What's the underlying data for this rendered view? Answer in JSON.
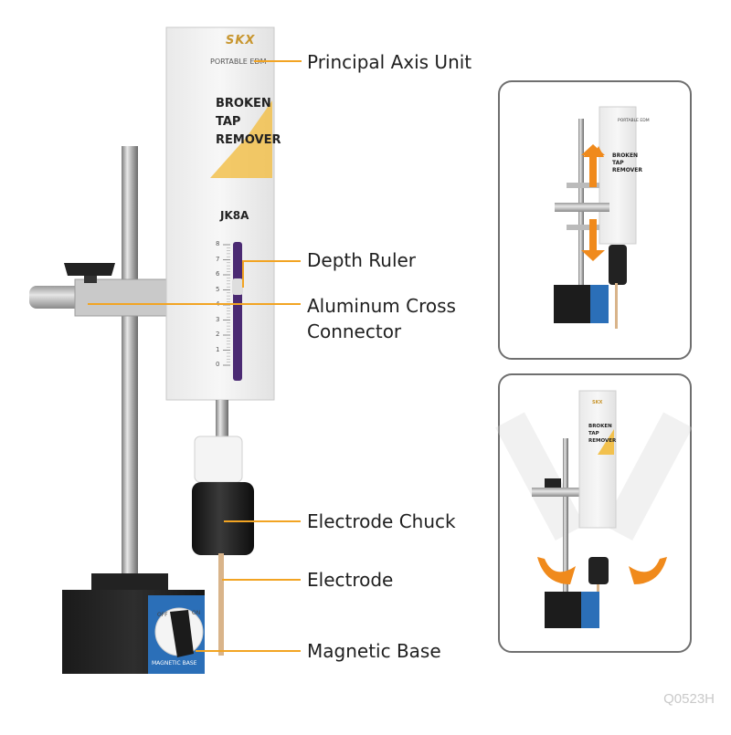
{
  "product": {
    "brand": "SKX",
    "series": "PORTABLE EDM",
    "name_lines": [
      "BROKEN",
      "TAP",
      "REMOVER"
    ],
    "model": "JK8A",
    "ruler_ticks": [
      "8",
      "7",
      "6",
      "5",
      "4",
      "3",
      "2",
      "1",
      "0"
    ],
    "base_label": "MAGNETIC BASE",
    "dial_off": "OFF",
    "dial_on": "ON"
  },
  "callouts": [
    {
      "id": "principal-axis-unit",
      "lines": [
        "Principal Axis Unit"
      ]
    },
    {
      "id": "depth-ruler",
      "lines": [
        "Depth Ruler"
      ]
    },
    {
      "id": "aluminum-cross-connector",
      "lines": [
        "Aluminum Cross",
        "Connector"
      ]
    },
    {
      "id": "electrode-chuck",
      "lines": [
        "Electrode Chuck"
      ]
    },
    {
      "id": "electrode",
      "lines": [
        "Electrode"
      ]
    },
    {
      "id": "magnetic-base",
      "lines": [
        "Magnetic Base"
      ]
    }
  ],
  "watermark": "Q0523H",
  "colors": {
    "accent": "#f2a423",
    "body_white": "#f1f1f1",
    "chuck_black": "#1c1c1c",
    "base_blue": "#2b6fb8",
    "arrow_orange": "#f08a1c"
  }
}
